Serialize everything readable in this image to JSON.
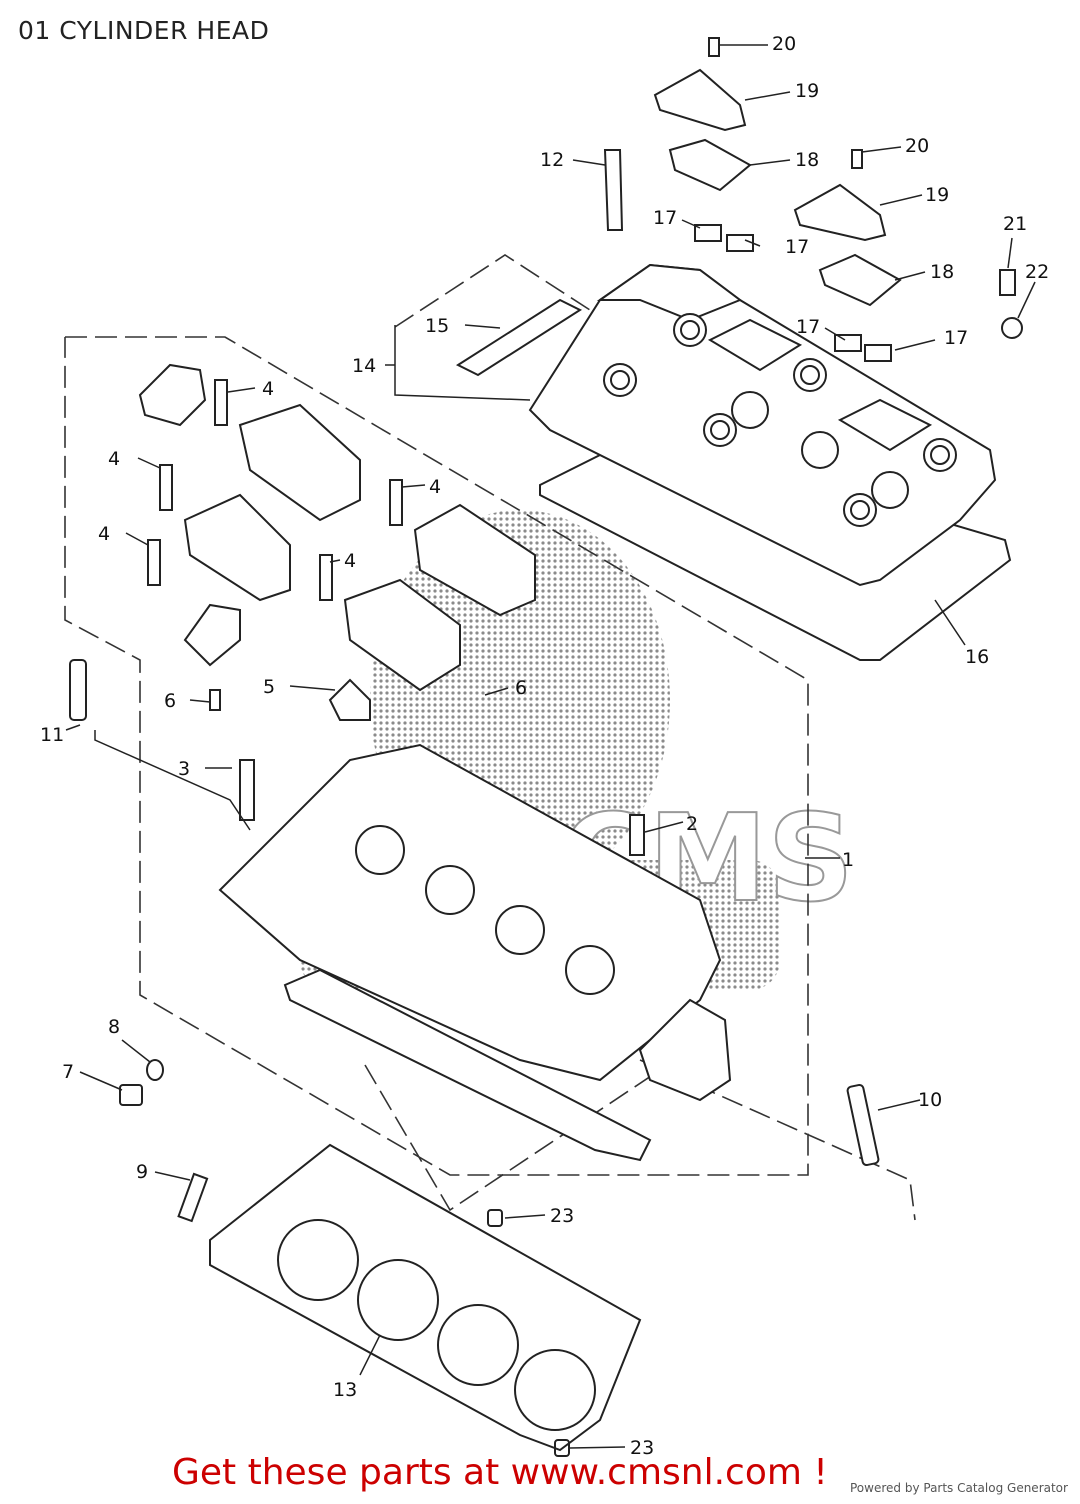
{
  "title": "01 CYLINDER HEAD",
  "promo_text": "Get these parts at www.cmsnl.com !",
  "powered_by": "Powered by Parts Catalog Generator",
  "watermark_text": "CMS",
  "callout_labels": [
    "1",
    "2",
    "3",
    "4",
    "4",
    "4",
    "4",
    "4",
    "5",
    "6",
    "6",
    "7",
    "8",
    "9",
    "10",
    "11",
    "12",
    "13",
    "14",
    "15",
    "16",
    "17",
    "17",
    "17",
    "17",
    "18",
    "18",
    "19",
    "19",
    "20",
    "20",
    "21",
    "22",
    "23",
    "23"
  ]
}
